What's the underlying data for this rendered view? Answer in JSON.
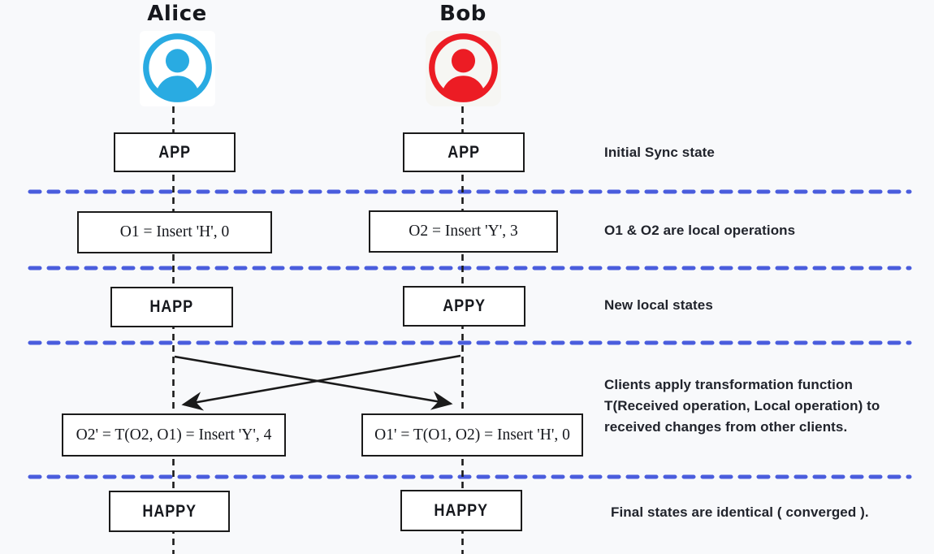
{
  "clients": {
    "alice": {
      "name": "Alice"
    },
    "bob": {
      "name": "Bob"
    }
  },
  "rows": {
    "initial": {
      "alice": "APP",
      "bob": "APP"
    },
    "operations": {
      "alice": "O1 = Insert 'H', 0",
      "bob": "O2 = Insert 'Y', 3"
    },
    "new_states": {
      "alice": "HAPP",
      "bob": "APPY"
    },
    "transformed": {
      "alice": "O2' = T(O2, O1) = Insert 'Y', 4",
      "bob": "O1' = T(O1, O2) = Insert 'H', 0"
    },
    "final": {
      "alice": "HAPPY",
      "bob": "HAPPY"
    }
  },
  "annotations": {
    "initial": "Initial Sync state",
    "operations": "O1 & O2 are local operations",
    "new_states": "New local states",
    "transform_note_lines": [
      "Clients apply transformation function",
      "T(Received operation, Local operation) to",
      "received changes from other clients."
    ],
    "final": "Final states are identical ( converged )."
  },
  "icons": {
    "alice_avatar": "person-icon",
    "bob_avatar": "person-icon"
  },
  "colors": {
    "alice_blue": "#29abe2",
    "bob_red": "#ec1c24",
    "divider_blue": "#4a5ddd",
    "line_black": "#1a1a1a",
    "background": "#f8f9fb"
  }
}
